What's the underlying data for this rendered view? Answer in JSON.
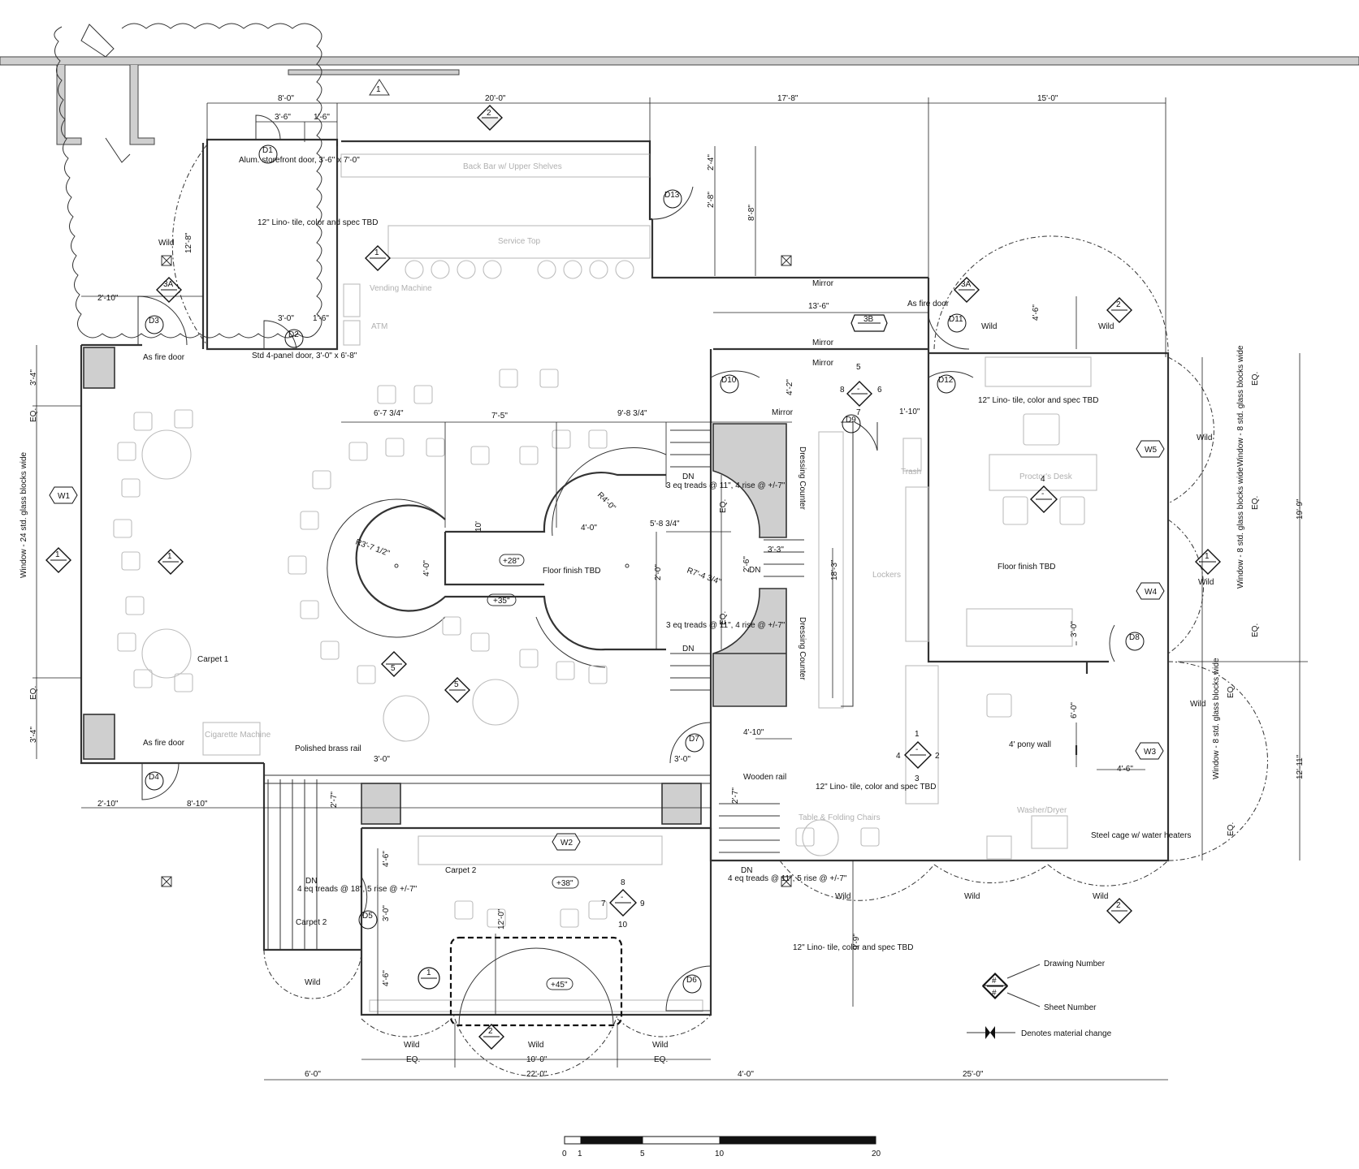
{
  "dimensions": {
    "d8_0": "8'-0\"",
    "d3_6": "3'-6\"",
    "d1_6a": "1'-6\"",
    "d20_0": "20'-0\"",
    "d17_8": "17'-8\"",
    "d15_0": "15'-0\"",
    "d12_8": "12'-8\"",
    "d2_4": "2'-4\"",
    "d2_8": "2'-8\"",
    "d8_8": "8'-8\"",
    "d2_10a": "2'-10\"",
    "d3_0a": "3'-0\"",
    "d1_6b": "1'-6\"",
    "d13_6": "13'-6\"",
    "d4_6a": "4'-6\"",
    "d3_4a": "3'-4\"",
    "eq": "EQ.",
    "d6_7": "6'-7 3/4\"",
    "d7_5": "7'-5\"",
    "d9_8": "9'-8 3/4\"",
    "d4_2": "4'-2\"",
    "d1_10": "1'-10\"",
    "dR4": "R4'-0\"",
    "d10": "10'",
    "d4_0a": "4'-0\"",
    "d5_8": "5'-8 3/4\"",
    "dR3": "R3'-7 1/2\"",
    "d4_0b": "4'-0\"",
    "d2_0": "2'-0\"",
    "dR7": "R7'-4 3/4\"",
    "d2_6": "2'-6\"",
    "d3_3": "3'-3\"",
    "d18_3": "18'-3\"",
    "d3_0b": "3'-0\"",
    "d6_0": "6'-0\"",
    "d4_10": "4'-10\"",
    "d3_4b": "3'-4\"",
    "d2_10b": "2'-10\"",
    "d8_10": "8'-10\"",
    "d3_0c": "3'-0\"",
    "d3_0d": "3'-0\"",
    "d2_7a": "2'-7\"",
    "d2_7b": "2'-7\"",
    "d4_6b": "4'-6\"",
    "d12_11": "12'-11\"",
    "d19_9": "19'-9\"",
    "d4_6c": "4'-6\"",
    "d3_0e": "3'-0\"",
    "d4_6d": "4'-6\"",
    "d12_0": "12'-0\"",
    "d9_9": "9'-9\"",
    "d6_0b": "6'-0\"",
    "d22_0": "22'-0\"",
    "d10_0": "10'-0\"",
    "d4_0c": "4'-0\"",
    "d25_0": "25'-0\""
  },
  "elevations": {
    "e28": "+28\"",
    "e35": "+35\"",
    "e38": "+38\"",
    "e45": "+45\""
  },
  "labels": {
    "back_bar": "Back Bar w/ Upper Shelves",
    "service_top": "Service Top",
    "vending": "Vending Machine",
    "atm": "ATM",
    "cigarette": "Cigarette Machine",
    "trash": "Trash",
    "lockers": "Lockers",
    "proctors_desk": "Proctor's Desk",
    "table_chairs": "Table & Folding Chairs",
    "washer_dryer": "Washer/Dryer",
    "alum_door": "Alum. storefront door, 3'-6\" x 7'-0\"",
    "lino1": "12\" Lino- tile, color and spec TBD",
    "std_door": "Std 4-panel door, 3'-0\" x 6'-8\"",
    "as_fire_door": "As fire door",
    "wild": "Wild",
    "mirror": "Mirror",
    "dressing_counter": "Dressing Counter",
    "dn": "DN",
    "treads_3": "3 eq treads @ 11\", 4 rise @ +/-7\"",
    "treads_4a": "4 eq treads @ 18\", 5 rise @ +/-7\"",
    "treads_4b": "4 eq treads @ 11\", 5 rise @ +/-7\"",
    "floor_finish": "Floor finish TBD",
    "carpet1": "Carpet 1",
    "carpet2": "Carpet 2",
    "polished_rail": "Polished brass rail",
    "wooden_rail": "Wooden rail",
    "pony_wall": "4' pony wall",
    "steel_cage": "Steel cage w/ water heaters",
    "window_24": "Window - 24 std. glass blocks wide",
    "window_8": "Window - 8 std. glass blocks wide"
  },
  "tags": {
    "doors": [
      "D1",
      "D2",
      "D3",
      "D4",
      "D5",
      "D6",
      "D7",
      "D8",
      "D9",
      "D10",
      "D11",
      "D12",
      "D13"
    ],
    "windows": [
      "W1",
      "W2",
      "W3",
      "W4",
      "W5"
    ],
    "sheet4": "4",
    "sheet3": "3",
    "sheet5": "5",
    "n1": "1",
    "n2": "2",
    "n3": "3",
    "n5": "5",
    "n3a": "3A",
    "n3b": "3B",
    "dash": "-",
    "n4": "4",
    "n6": "6",
    "n7": "7",
    "n8": "8",
    "n9": "9",
    "n10": "10"
  },
  "legend": {
    "hash": "#",
    "drawing_number": "Drawing Number",
    "sheet_number": "Sheet Number",
    "material_change": "Denotes material change"
  },
  "scale": [
    "0",
    "1",
    "5",
    "10",
    "20"
  ]
}
